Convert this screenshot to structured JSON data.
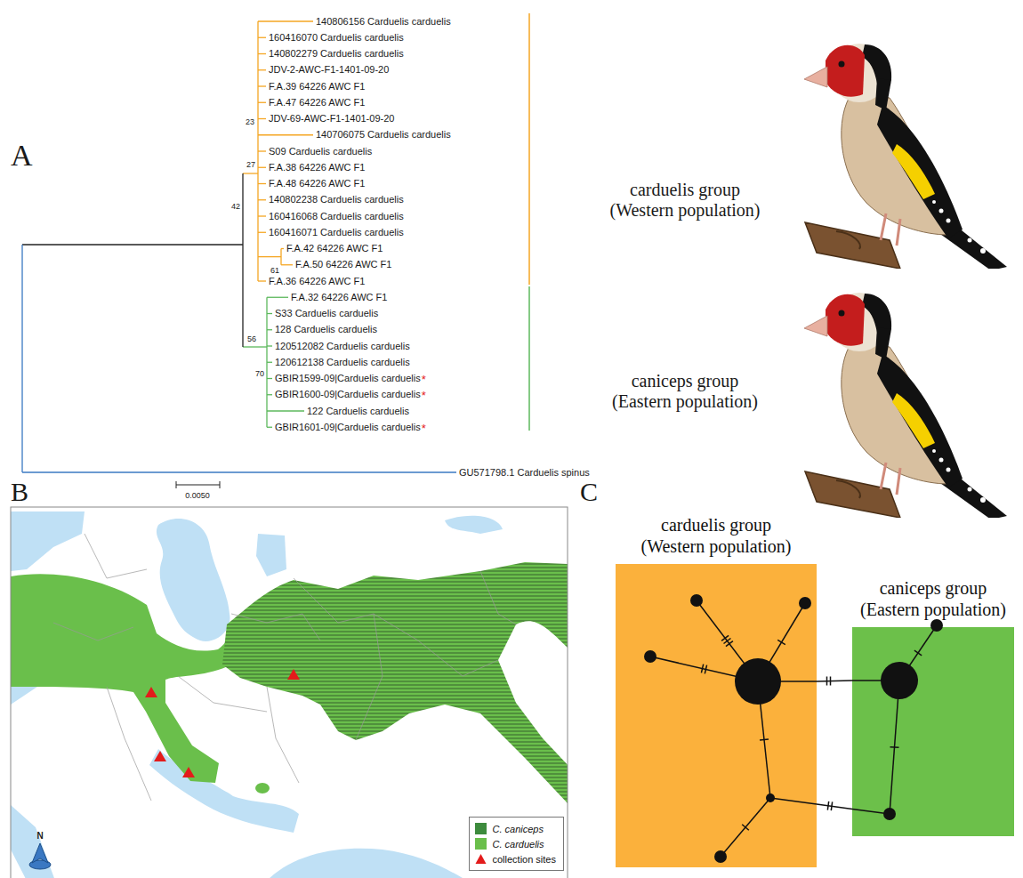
{
  "diagram": {
    "nodes": [
      {
        "text": [
          "carduelis group (Western population)"
        ]
      },
      {
        "text": [
          "caniceps group (Eastern population)"
        ]
      }
    ],
    "edges": [
      {
        "from": 0,
        "to": 1,
        "arrow": "none"
      },
      {
        "from": 0,
        "to": 1,
        "arrow": "none"
      }
    ],
    "labels": [
      "A",
      "140806156 Carduelis carduelis",
      "160416070 Carduelis carduelis",
      "140802279 Carduelis carduelis",
      "JDV-2-AWC-F1-1401-09-20",
      "F.A.39 64226 AWC F1",
      "F.A.47 64226 AWC F1",
      "JDV-69-AWC-F1-1401-09-20",
      "140706075 Carduelis carduelis",
      "S09 Carduelis carduelis",
      "F.A.38 64226 AWC F1",
      "F.A.48 64226 AWC F1",
      "140802238 Carduelis carduelis",
      "160416068 Carduelis carduelis",
      "160416071 Carduelis carduelis",
      "F.A.42 64226 AWC F1",
      "F.A.50 64226 AWC F1",
      "F.A.36 64226 AWC F1",
      "F.A.32 64226 AWC F1",
      "S33 Carduelis carduelis",
      "128 Carduelis carduelis",
      "120512082 Carduelis carduelis",
      "120612138 Carduelis carduelis",
      "GBIR1599-09|Carduelis carduelis",
      "GBIR1600-09|Carduelis carduelis",
      "122 Carduelis carduelis",
      "GBIR1601-09|Carduelis carduelis",
      "GU571798.1 Carduelis spinus",
      "*",
      "*",
      "*",
      "23",
      "27",
      "42",
      "61",
      "56",
      "70",
      "0.0050",
      "B",
      "C",
      "carduelis group (Western population)",
      "caniceps group (Eastern population)",
      "N"
    ],
    "legend": [
      {
        "text": "C. caniceps",
        "color": "#3d8b3d"
      },
      {
        "text": "C. carduelis",
        "color": "#6abf4b"
      },
      {
        "text": "collection sites"
      }
    ]
  }
}
